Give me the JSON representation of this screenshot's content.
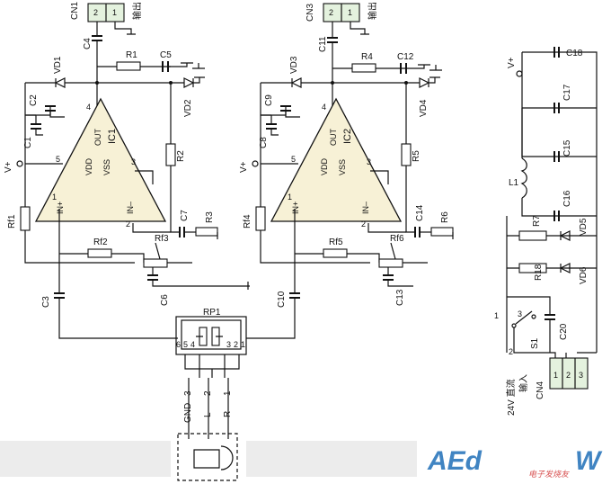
{
  "amp1": {
    "ic": "IC1",
    "pins": {
      "in_plus": "IN+",
      "in_minus": "IN–",
      "vdd": "VDD",
      "vss": "VSS",
      "out": "OUT"
    },
    "pin_numbers": {
      "p1": "1",
      "p2": "2",
      "p3": "3",
      "p4": "4",
      "p5": "5"
    },
    "parts": {
      "c1": "C1",
      "c2": "C2",
      "c3": "C3",
      "c4": "C4",
      "c5": "C5",
      "c6": "C6",
      "c7": "C7",
      "r1": "R1",
      "r2": "R2",
      "r3": "R3",
      "rf1": "Rf1",
      "rf2": "Rf2",
      "rf3": "Rf3",
      "vd1": "VD1",
      "vd2": "VD2"
    },
    "connector": {
      "name": "CN1",
      "pin2": "2",
      "pin1": "1",
      "label": "输出"
    },
    "supply": "V+"
  },
  "amp2": {
    "ic": "IC2",
    "pins": {
      "in_plus": "IN+",
      "in_minus": "IN–",
      "vdd": "VDD",
      "vss": "VSS",
      "out": "OUT"
    },
    "pin_numbers": {
      "p1": "1",
      "p2": "2",
      "p3": "3",
      "p4": "4",
      "p5": "5"
    },
    "parts": {
      "c8": "C8",
      "c9": "C9",
      "c10": "C10",
      "c11": "C11",
      "c12": "C12",
      "c13": "C13",
      "c14": "C14",
      "r4": "R4",
      "r5": "R5",
      "r6": "R6",
      "rf4": "Rf4",
      "rf5": "Rf5",
      "rf6": "Rf6",
      "vd3": "VD3",
      "vd4": "VD4"
    },
    "connector": {
      "name": "CN3",
      "pin2": "2",
      "pin1": "1",
      "label": "输出"
    },
    "supply": "V+"
  },
  "pot": {
    "name": "RP1",
    "pins": [
      "6",
      "5",
      "4",
      "3",
      "2",
      "1"
    ]
  },
  "input_jack": {
    "gnd": "GND",
    "l": "L",
    "r": "R",
    "pin3": "3",
    "pin2": "2",
    "pin1": "1"
  },
  "power": {
    "supply": "V+",
    "parts": {
      "c15": "C15",
      "c16": "C16",
      "c17": "C17",
      "c18": "C18",
      "c20": "C20",
      "l1": "L1",
      "r7": "R7",
      "r18": "R18",
      "vd5": "VD5",
      "vd6": "VD6",
      "s1": "S1"
    },
    "switch_pins": {
      "p1": "1",
      "p2": "2",
      "p3": "3"
    },
    "connector": {
      "name": "CN4",
      "pins": [
        "1",
        "2",
        "3"
      ],
      "label_line1": "24V 直流",
      "label_line2": "输入"
    },
    "plus": "+"
  },
  "watermark": {
    "main": "AEd",
    "sub": "电子发烧友",
    "site": "W"
  }
}
